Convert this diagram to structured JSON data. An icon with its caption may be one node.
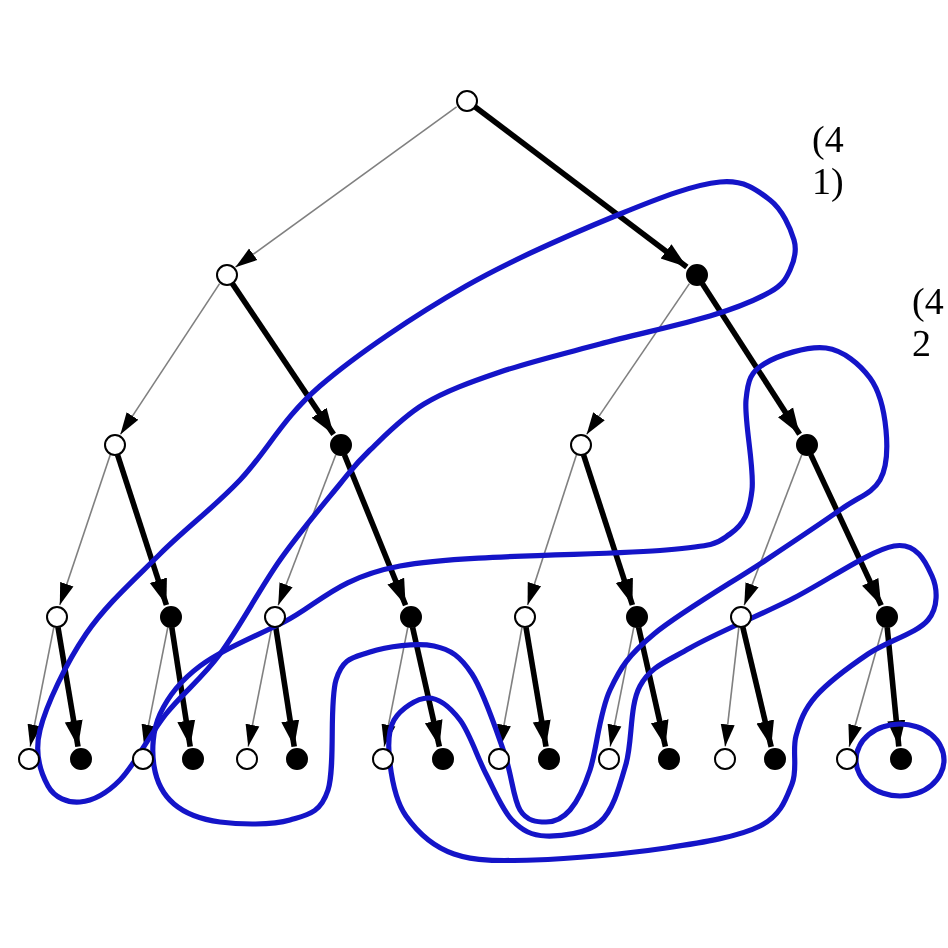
{
  "diagram": {
    "nodes": [
      {
        "text": [],
        "shape": "circle"
      },
      {
        "text": [],
        "shape": "loop"
      },
      {
        "text": [],
        "shape": "circle"
      },
      {
        "text": [],
        "shape": "circle",
        "in": 1
      },
      {
        "text": [],
        "shape": "loop"
      },
      {
        "text": [],
        "shape": "circle"
      },
      {
        "text": [],
        "shape": "circle",
        "in": 1
      },
      {
        "text": [],
        "shape": "circle"
      },
      {
        "text": [],
        "shape": "circle",
        "in": 4
      },
      {
        "text": [],
        "shape": "loop"
      },
      {
        "text": [],
        "shape": "circle"
      },
      {
        "text": [],
        "shape": "circle",
        "in": 1
      },
      {
        "text": [],
        "shape": "circle"
      },
      {
        "text": [],
        "shape": "circle",
        "in": 4
      },
      {
        "text": [],
        "shape": "circle",
        "in": 4
      },
      {
        "text": [],
        "shape": "circle",
        "in": 4
      },
      {
        "text": [],
        "shape": "circle"
      },
      {
        "text": [],
        "shape": "circle",
        "in": 9
      },
      {
        "text": [],
        "shape": "loop"
      },
      {
        "text": [],
        "shape": "circle"
      },
      {
        "text": [],
        "shape": "circle",
        "in": 1
      },
      {
        "text": [],
        "shape": "circle"
      },
      {
        "text": [],
        "shape": "circle",
        "in": 4
      },
      {
        "text": [],
        "shape": "circle",
        "in": 4
      },
      {
        "text": [],
        "shape": "circle",
        "in": 4
      },
      {
        "text": [],
        "shape": "circle"
      },
      {
        "text": [],
        "shape": "circle",
        "in": 9
      },
      {
        "text": [],
        "shape": "circle"
      },
      {
        "text": [],
        "shape": "circle",
        "in": 4
      },
      {
        "text": [],
        "shape": "circle"
      },
      {
        "text": [],
        "shape": "circle",
        "in": 9
      },
      {
        "text": [],
        "shape": "circle",
        "in": 9
      },
      {
        "text": [],
        "shape": "circle",
        "in": 9
      },
      {
        "text": [],
        "shape": "circle"
      },
      {
        "text": [],
        "shape": "circle",
        "in": 18
      }
    ],
    "edges": [
      {
        "from": 0,
        "to": 2,
        "arrow": "to",
        "color": "#808080"
      },
      {
        "from": 0,
        "to": 3,
        "arrow": "to",
        "style": "thick",
        "color": "#000000"
      },
      {
        "from": 2,
        "to": 5,
        "arrow": "to",
        "color": "#808080"
      },
      {
        "from": 2,
        "to": 6,
        "arrow": "to",
        "style": "thick",
        "color": "#000000"
      },
      {
        "from": 3,
        "to": 7,
        "arrow": "to",
        "color": "#808080"
      },
      {
        "from": 3,
        "to": 8,
        "arrow": "to",
        "style": "thick",
        "color": "#000000"
      },
      {
        "from": 5,
        "to": 10,
        "arrow": "to",
        "color": "#808080"
      },
      {
        "from": 5,
        "to": 11,
        "arrow": "to",
        "style": "thick",
        "color": "#000000"
      },
      {
        "from": 6,
        "to": 12,
        "arrow": "to",
        "color": "#808080"
      },
      {
        "from": 6,
        "to": 13,
        "arrow": "to",
        "style": "thick",
        "color": "#000000"
      },
      {
        "from": 7,
        "to": 14,
        "arrow": "to",
        "color": "#808080"
      },
      {
        "from": 7,
        "to": 15,
        "arrow": "to",
        "style": "thick",
        "color": "#000000"
      },
      {
        "from": 8,
        "to": 16,
        "arrow": "to",
        "color": "#808080"
      },
      {
        "from": 8,
        "to": 17,
        "arrow": "to",
        "style": "thick",
        "color": "#000000"
      },
      {
        "from": 10,
        "to": 19,
        "arrow": "to",
        "color": "#808080"
      },
      {
        "from": 10,
        "to": 20,
        "arrow": "to",
        "style": "thick",
        "color": "#000000"
      },
      {
        "from": 11,
        "to": 21,
        "arrow": "to",
        "color": "#808080"
      },
      {
        "from": 11,
        "to": 22,
        "arrow": "to",
        "style": "thick",
        "color": "#000000"
      },
      {
        "from": 12,
        "to": 23,
        "arrow": "to",
        "color": "#808080"
      },
      {
        "from": 12,
        "to": 24,
        "arrow": "to",
        "style": "thick",
        "color": "#000000"
      },
      {
        "from": 13,
        "to": 25,
        "arrow": "to",
        "color": "#808080"
      },
      {
        "from": 13,
        "to": 26,
        "arrow": "to",
        "style": "thick",
        "color": "#000000"
      },
      {
        "from": 14,
        "to": 27,
        "arrow": "to",
        "color": "#808080"
      },
      {
        "from": 14,
        "to": 28,
        "arrow": "to",
        "style": "thick",
        "color": "#000000"
      },
      {
        "from": 15,
        "to": 29,
        "arrow": "to",
        "color": "#808080"
      },
      {
        "from": 15,
        "to": 30,
        "arrow": "to",
        "style": "thick",
        "color": "#000000"
      },
      {
        "from": 16,
        "to": 31,
        "arrow": "to",
        "color": "#808080"
      },
      {
        "from": 16,
        "to": 32,
        "arrow": "to",
        "style": "thick",
        "color": "#000000"
      },
      {
        "from": 17,
        "to": 33,
        "arrow": "to",
        "color": "#808080"
      },
      {
        "from": 17,
        "to": 34,
        "arrow": "to",
        "style": "thick",
        "color": "#000000"
      }
    ],
    "labels": [
      "(4 1)",
      "(4 2"
    ]
  }
}
